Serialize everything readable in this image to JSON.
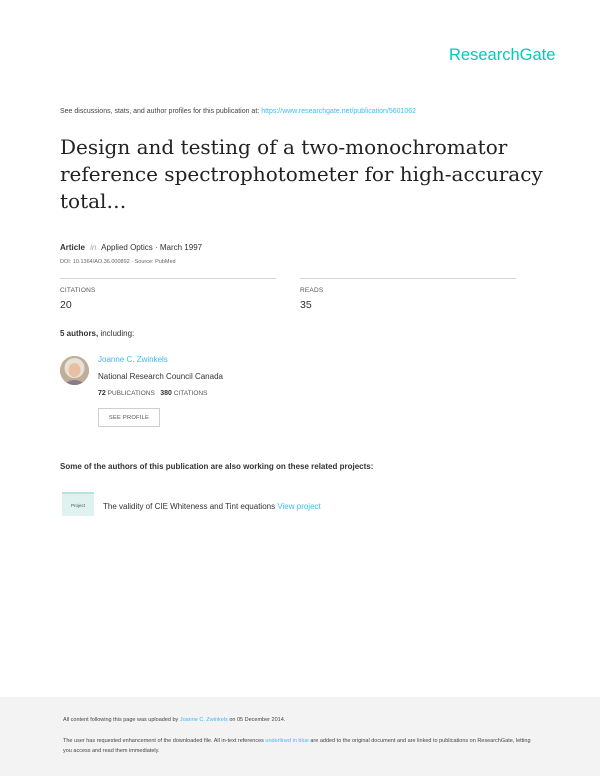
{
  "brand": {
    "name": "ResearchGate"
  },
  "header": {
    "discuss_text": "See discussions, stats, and author profiles for this publication at:",
    "discuss_url": "https://www.researchgate.net/publication/5601062"
  },
  "paper": {
    "title": "Design and testing of a two-monochromator reference spectrophotometer for high-accuracy total…",
    "type": "Article",
    "in_word": "in",
    "journal_date": "Applied Optics · March 1997",
    "doi_source": "DOI: 10.1364/AO.36.000892 · Source: PubMed"
  },
  "stats": {
    "citations_label": "CITATIONS",
    "citations_value": "20",
    "reads_label": "READS",
    "reads_value": "35"
  },
  "authors": {
    "count": "5 authors,",
    "suffix": " including:",
    "list": [
      {
        "name": "Joanne C. Zwinkels",
        "institution": "National Research Council Canada",
        "publications_count": "72",
        "publications_label": "PUBLICATIONS",
        "citations_count": "380",
        "citations_label": "CITATIONS",
        "button_label": "SEE PROFILE"
      }
    ]
  },
  "projects": {
    "heading": "Some of the authors of this publication are also working on these related projects:",
    "items": [
      {
        "thumb_label": "Project",
        "title": "The validity of CIE Whiteness and Tint equations",
        "link_label": "View project"
      }
    ]
  },
  "footer": {
    "uploaded_prefix": "All content following this page was uploaded by",
    "uploaded_by": "Joanne C. Zwinkels",
    "uploaded_suffix": "on 05 December 2014.",
    "notice_prefix": "The user has requested enhancement of the downloaded file. All in-text references",
    "notice_link": "underlined in blue",
    "notice_suffix": "are added to the original document and are linked to publications on ResearchGate, letting you access and read them immediately."
  },
  "colors": {
    "brand": "#00ccbb",
    "link": "#40baf0",
    "footer_bg": "#f3f3f3"
  }
}
